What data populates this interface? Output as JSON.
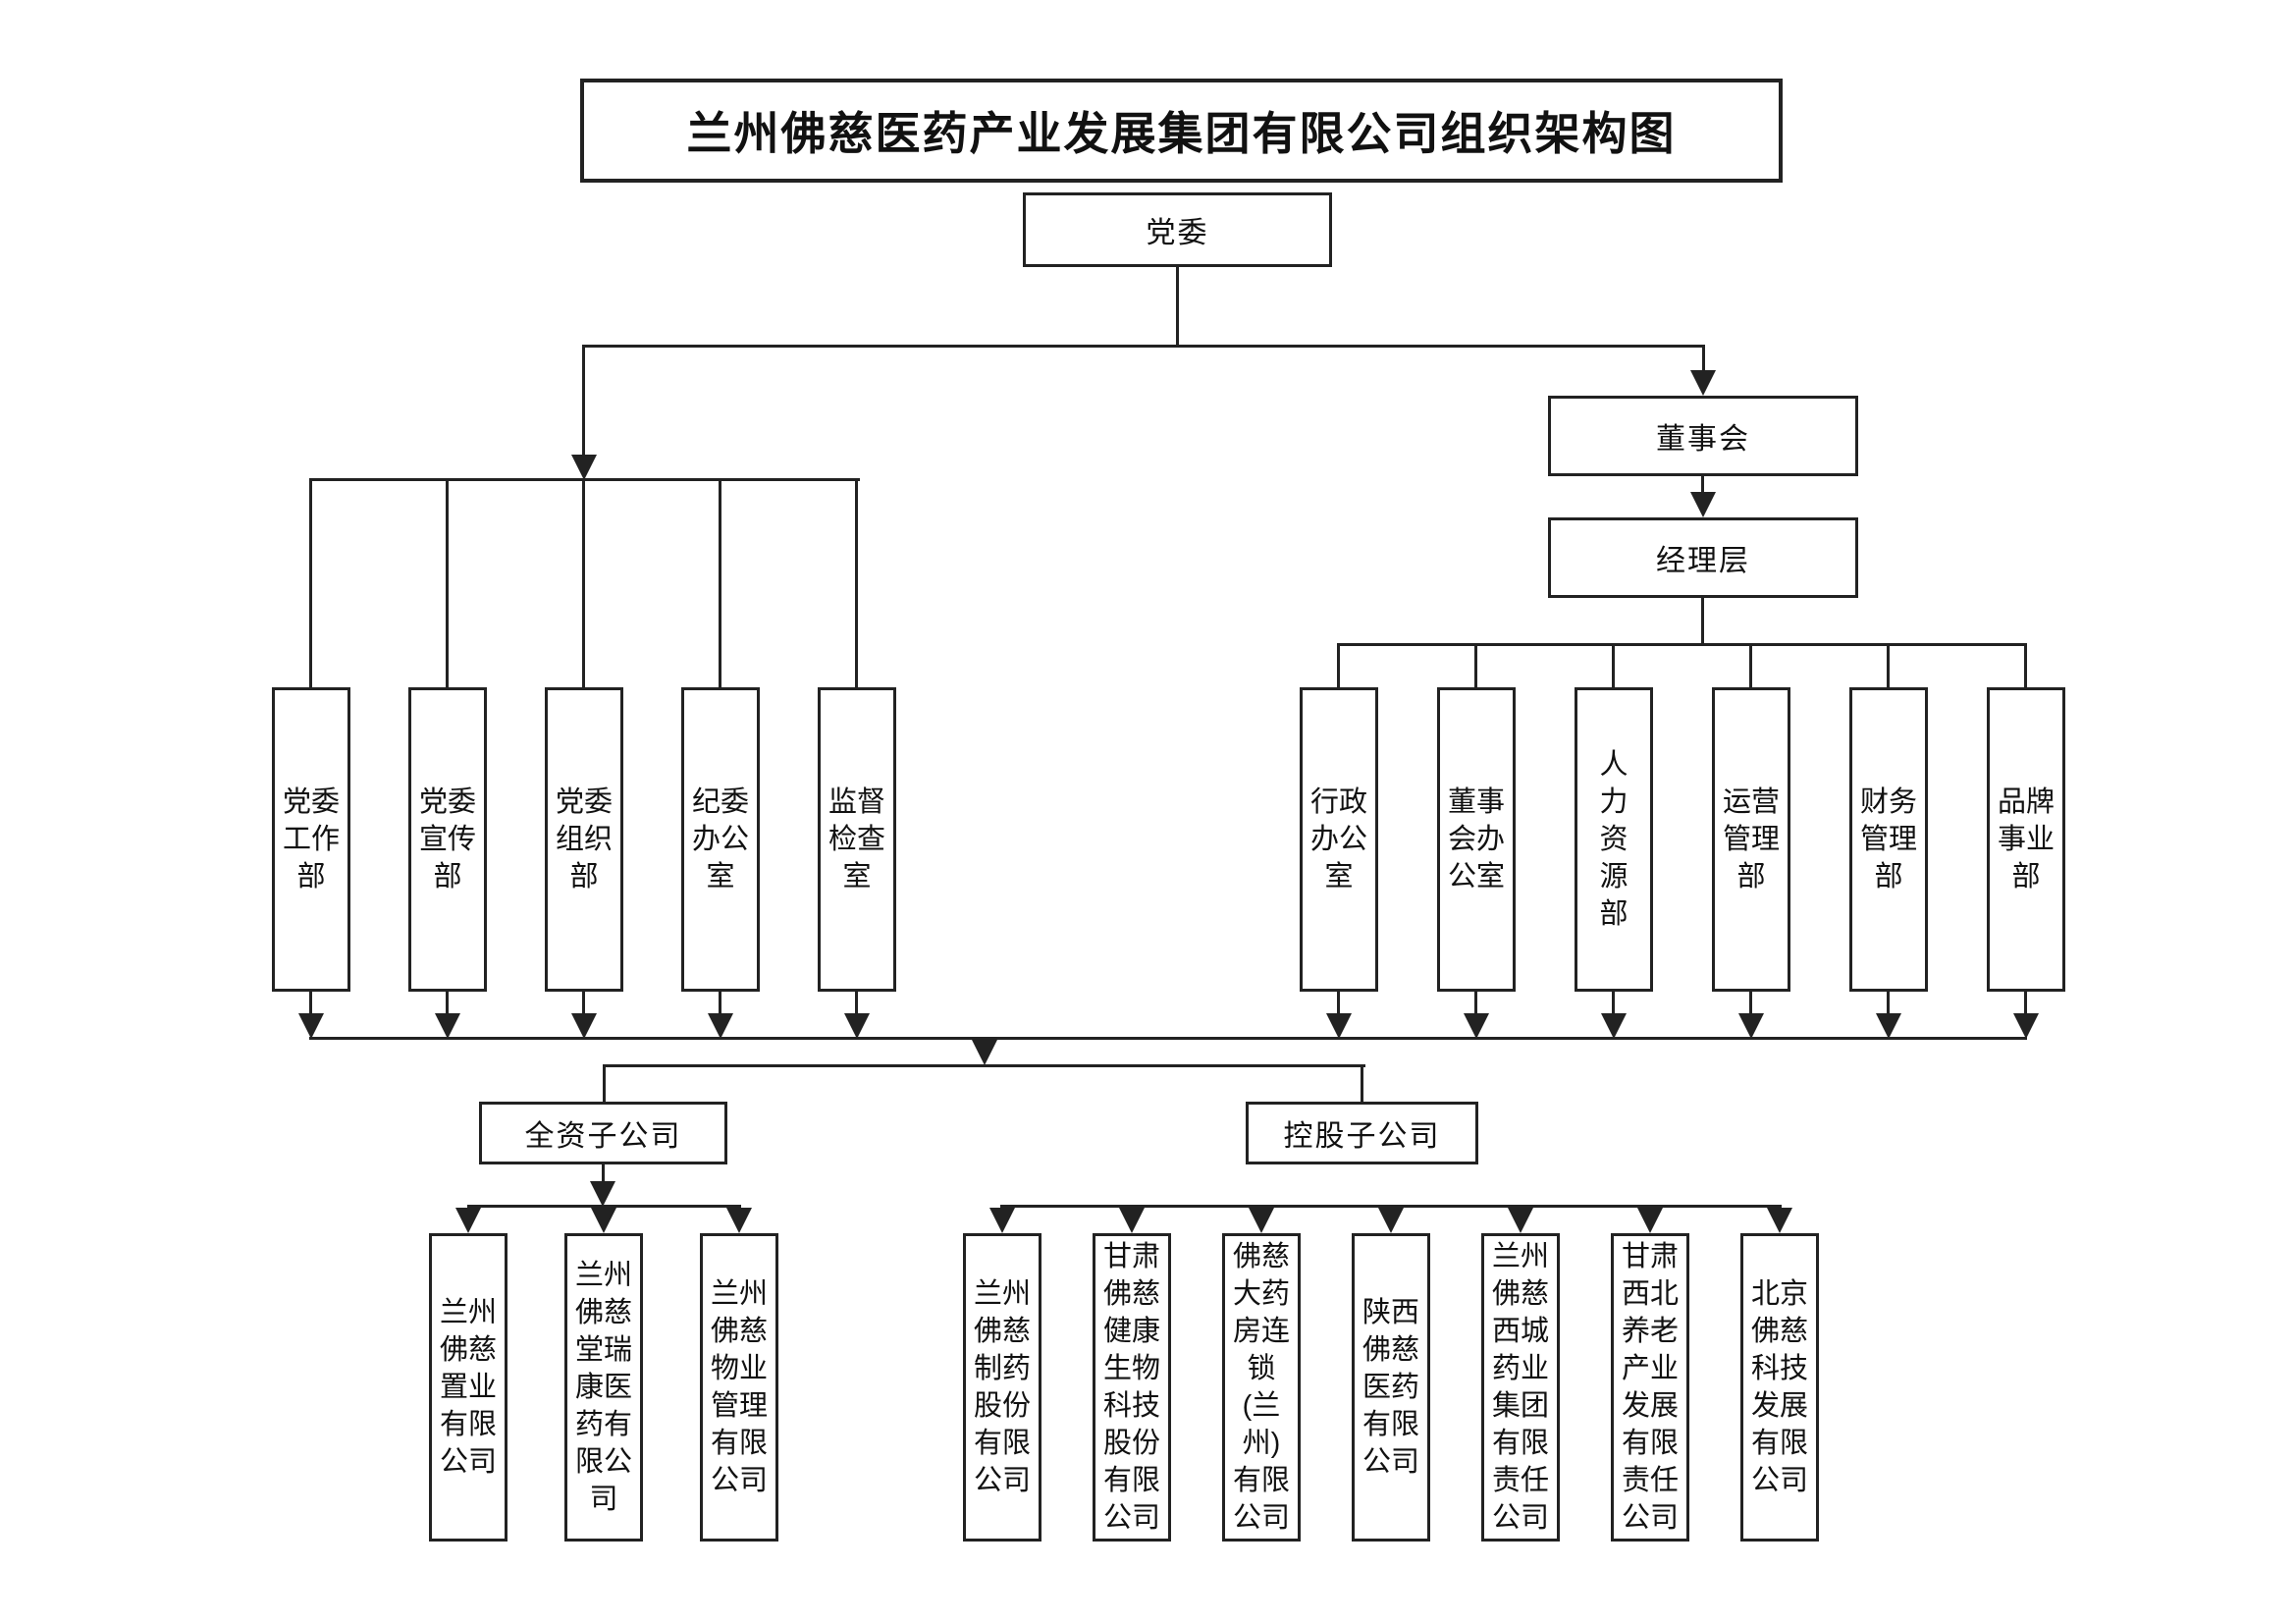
{
  "colors": {
    "line": "#222222",
    "text": "#111111",
    "background": "#ffffff"
  },
  "title": "兰州佛慈医药产业发展集团有限公司组织架构图",
  "top": {
    "party_committee": "党委",
    "board": "董事会",
    "management": "经理层"
  },
  "party_departments": [
    {
      "name": "党委工作部",
      "lines": "党委\n工作\n部"
    },
    {
      "name": "党委宣传部",
      "lines": "党委\n宣传\n部"
    },
    {
      "name": "党委组织部",
      "lines": "党委\n组织\n部"
    },
    {
      "name": "纪委办公室",
      "lines": "纪委\n办公\n室"
    },
    {
      "name": "监督检查室",
      "lines": "监督\n检查\n室"
    }
  ],
  "management_departments": [
    {
      "name": "行政办公室",
      "lines": "行政\n办公\n室"
    },
    {
      "name": "董事会办公室",
      "lines": "董事\n会办\n公室"
    },
    {
      "name": "人力资源部",
      "lines": "人\n力\n资\n源\n部"
    },
    {
      "name": "运营管理部",
      "lines": "运营\n管理\n部"
    },
    {
      "name": "财务管理部",
      "lines": "财务\n管理\n部"
    },
    {
      "name": "品牌事业部",
      "lines": "品牌\n事业\n部"
    }
  ],
  "subsidiary_groups": {
    "wholly_owned": {
      "label": "全资子公司",
      "companies": [
        {
          "name": "兰州佛慈置业有限公司",
          "lines": "兰州\n佛慈\n置业\n有限\n公司"
        },
        {
          "name": "兰州佛慈堂瑞康医药有限公司",
          "lines": "兰州\n佛慈\n堂瑞\n康医\n药有\n限公\n司"
        },
        {
          "name": "兰州佛慈物业管理有限公司",
          "lines": "兰州\n佛慈\n物业\n管理\n有限\n公司"
        }
      ]
    },
    "holding": {
      "label": "控股子公司",
      "companies": [
        {
          "name": "兰州佛慈制药股份有限公司",
          "lines": "兰州\n佛慈\n制药\n股份\n有限\n公司"
        },
        {
          "name": "甘肃佛慈健康生物科技股份有限公司",
          "lines": "甘肃\n佛慈\n健康\n生物\n科技\n股份\n有限\n公司"
        },
        {
          "name": "佛慈大药房连锁(兰州)有限公司",
          "lines": "佛慈\n大药\n房连\n锁\n(兰\n州)\n有限\n公司"
        },
        {
          "name": "陕西佛慈医药有限公司",
          "lines": "陕西\n佛慈\n医药\n有限\n公司"
        },
        {
          "name": "兰州佛慈西城药业集团有限责任公司",
          "lines": "兰州\n佛慈\n西城\n药业\n集团\n有限\n责任\n公司"
        },
        {
          "name": "甘肃西北养老产业发展有限责任公司",
          "lines": "甘肃\n西北\n养老\n产业\n发展\n有限\n责任\n公司"
        },
        {
          "name": "北京佛慈科技发展有限公司",
          "lines": "北京\n佛慈\n科技\n发展\n有限\n公司"
        }
      ]
    }
  }
}
